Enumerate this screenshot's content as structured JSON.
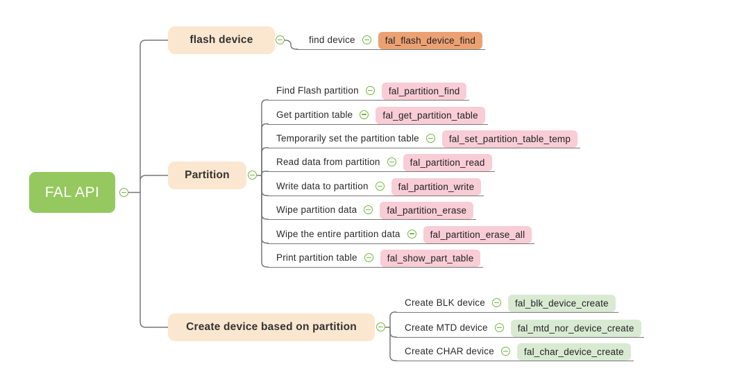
{
  "root": {
    "label": "FAL API"
  },
  "branches": [
    {
      "label": "flash device",
      "children": [
        {
          "label": "find device",
          "func": "fal_flash_device_find"
        }
      ]
    },
    {
      "label": "Partition",
      "children": [
        {
          "label": "Find Flash partition",
          "func": "fal_partition_find"
        },
        {
          "label": "Get partition table",
          "func": "fal_get_partition_table"
        },
        {
          "label": "Temporarily set the partition table",
          "func": "fal_set_partition_table_temp"
        },
        {
          "label": "Read data from partition",
          "func": "fal_partition_read"
        },
        {
          "label": "Write data to partition",
          "func": "fal_partition_write"
        },
        {
          "label": "Wipe partition data",
          "func": "fal_partition_erase"
        },
        {
          "label": "Wipe the entire partition data",
          "func": "fal_partition_erase_all"
        },
        {
          "label": "Print partition table",
          "func": "fal_show_part_table"
        }
      ]
    },
    {
      "label": "Create device based on partition",
      "children": [
        {
          "label": "Create BLK device",
          "func": "fal_blk_device_create"
        },
        {
          "label": "Create MTD device",
          "func": "fal_mtd_nor_device_create"
        },
        {
          "label": "Create CHAR device",
          "func": "fal_char_device_create"
        }
      ]
    }
  ],
  "icons": {
    "collapse": "minus-circle"
  },
  "colors": {
    "root_bg": "#95c85f",
    "root_text": "#ffffff",
    "branch_bg": "#fbe7cf",
    "chip_orange": "#eca173",
    "chip_pink": "#f8cdd5",
    "chip_green": "#d9ead3",
    "icon_green": "#6fb53b",
    "line_gray": "#777777",
    "text_dark": "#2f2f2f"
  }
}
